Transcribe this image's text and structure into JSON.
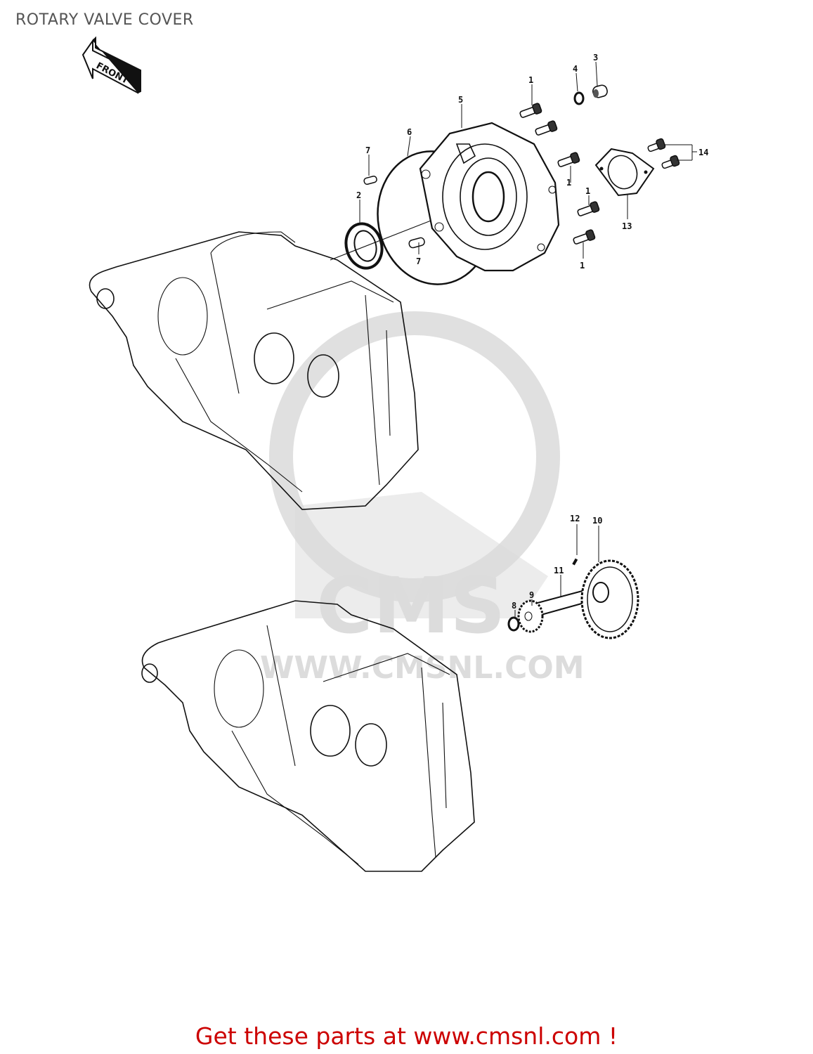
{
  "page": {
    "title": "ROTARY VALVE COVER",
    "footer_link": "Get these parts at www.cmsnl.com !",
    "footer_color": "#cc0000",
    "title_color": "#555555"
  },
  "diagram": {
    "direction_arrow": "FRONT",
    "watermark": {
      "logo": "CMS",
      "url": "WWW.CMSNL.COM"
    },
    "callouts": [
      {
        "id": "1",
        "label": "1",
        "part": "bolt"
      },
      {
        "id": "1b",
        "label": "1",
        "part": "bolt"
      },
      {
        "id": "1c",
        "label": "1",
        "part": "bolt"
      },
      {
        "id": "1d",
        "label": "1",
        "part": "bolt"
      },
      {
        "id": "2",
        "label": "2",
        "part": "oil seal"
      },
      {
        "id": "3",
        "label": "3",
        "part": "collar"
      },
      {
        "id": "4",
        "label": "4",
        "part": "washer"
      },
      {
        "id": "5",
        "label": "5",
        "part": "rotary valve cover"
      },
      {
        "id": "6",
        "label": "6",
        "part": "o-ring"
      },
      {
        "id": "7",
        "label": "7",
        "part": "dowel pin"
      },
      {
        "id": "7b",
        "label": "7",
        "part": "dowel pin"
      },
      {
        "id": "8",
        "label": "8",
        "part": "nut"
      },
      {
        "id": "9",
        "label": "9",
        "part": "gear"
      },
      {
        "id": "10",
        "label": "10",
        "part": "gear"
      },
      {
        "id": "11",
        "label": "11",
        "part": "shaft"
      },
      {
        "id": "12",
        "label": "12",
        "part": "pin"
      },
      {
        "id": "13",
        "label": "13",
        "part": "cap"
      },
      {
        "id": "14",
        "label": "14",
        "part": "screws"
      }
    ]
  }
}
